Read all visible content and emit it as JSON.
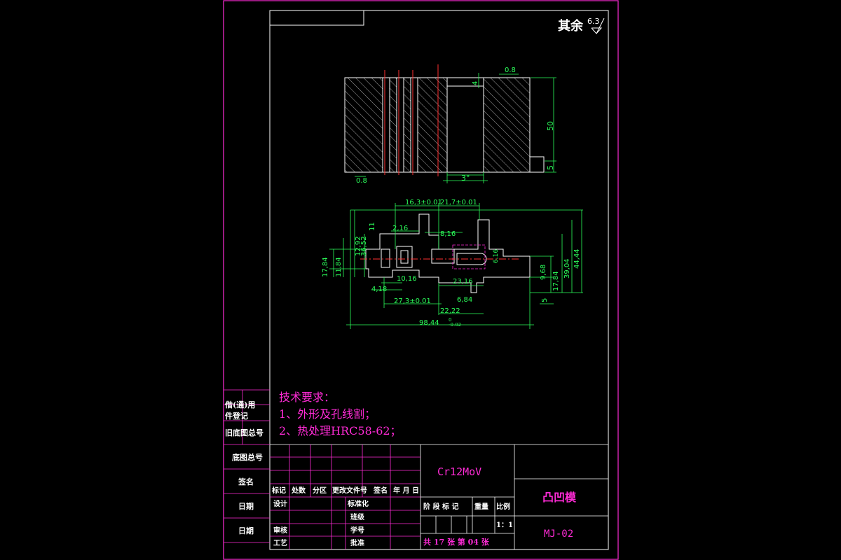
{
  "surface_note": {
    "label": "其余",
    "value": "6.3"
  },
  "section_view": {
    "roughness_top": "0.8",
    "roughness_bottom": "0.8",
    "dim_height": "50",
    "dim_step": "5",
    "dim_slot_top": "4",
    "dim_taper": "3°"
  },
  "plan_view": {
    "dims": {
      "d_top_a": "16,3±0.01",
      "d_top_b": "21,7±0.01",
      "d_216": "2,16",
      "d_816": "8,16",
      "d_11": "11",
      "d_3652": "36,52",
      "d_1292": "12,92",
      "d_1784l": "17,84",
      "d_1184": "11,84",
      "d_1016": "10,16",
      "d_418": "4,18",
      "d_2316": "23,16",
      "d_273": "27,3±0.01",
      "d_684": "6,84",
      "d_2222": "22,22",
      "d_9844": "98,44",
      "d_968": "9,68",
      "d_1784r": "17,84",
      "d_3904": "39,04",
      "d_4444": "44,44",
      "d_5": "5",
      "d_616": "6,16",
      "tol_0": "0",
      "tol_002": "-0.02"
    }
  },
  "tech_requirements": {
    "title": "技术要求：",
    "items": [
      "1、外形及孔线割；",
      "2、热处理HRC58-62；"
    ]
  },
  "side_strip": {
    "labels": [
      "借(通)用",
      "件登记",
      "旧底图总号",
      "底图总号",
      "签名",
      "日期",
      "日期"
    ]
  },
  "title_block": {
    "material": "Cr12MoV",
    "part_name": "凸凹模",
    "drawing_no": "MJ-02",
    "header_row": [
      "标记",
      "处数",
      "分区",
      "更改文件号",
      "签名",
      "年 月 日"
    ],
    "left_labels": [
      "设计",
      "审核",
      "工艺"
    ],
    "mid_labels": [
      "标准化",
      "批准"
    ],
    "row_a": "班级",
    "row_b": "学号",
    "stage_labels": [
      "阶 段 标 记",
      "重量",
      "比例"
    ],
    "scale": "1：1",
    "sheets": "共 17 张  第 04 张"
  }
}
